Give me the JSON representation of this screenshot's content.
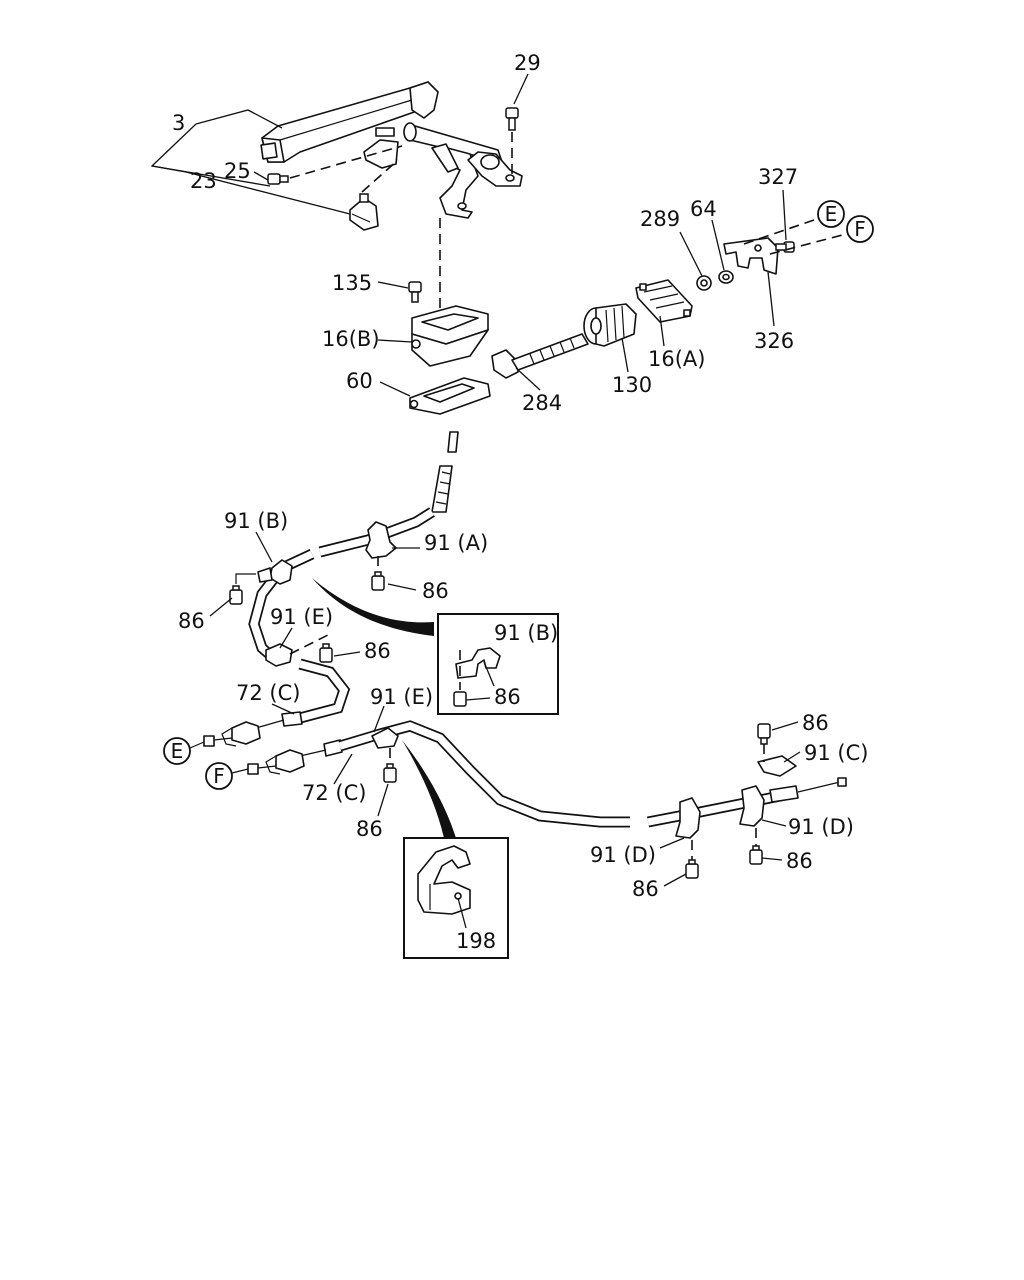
{
  "labels": {
    "l3": "3",
    "l29": "29",
    "l25": "25",
    "l23": "23",
    "l327": "327",
    "l289": "289",
    "l64": "64",
    "l135": "135",
    "l16b": "16(B)",
    "l60": "60",
    "l16a": "16(A)",
    "l130": "130",
    "l284": "284",
    "l326": "326",
    "l91b": "91 (B)",
    "l91a": "91 (A)",
    "l86_a": "86",
    "l86_b": "86",
    "l91e_1": "91 (E)",
    "l86_c": "86",
    "l91b_inset": "91 (B)",
    "l86_inset": "86",
    "l72c_1": "72 (C)",
    "l91e_2": "91 (E)",
    "l72c_2": "72 (C)",
    "l86_d": "86",
    "l86_e": "86",
    "l91c": "91 (C)",
    "l91d_1": "91 (D)",
    "l91d_2": "91 (D)",
    "l86_f": "86",
    "l86_g": "86",
    "l198": "198"
  },
  "callouts": {
    "e_top": "E",
    "f_top": "F",
    "e_left": "E",
    "f_left": "F"
  }
}
